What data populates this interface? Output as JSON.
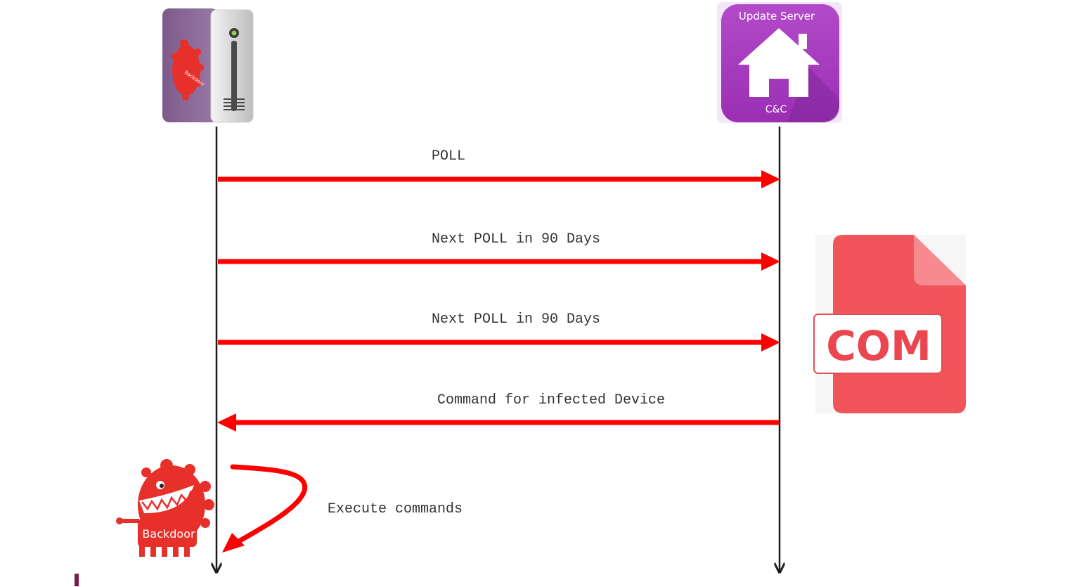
{
  "diagram": {
    "participants": [
      {
        "id": "infected-device",
        "icon": "backdoor-server-icon",
        "badge": "Backdoor"
      },
      {
        "id": "update-server",
        "icon": "update-server-home-icon",
        "title": "Update Server",
        "subtitle": "C&C"
      }
    ],
    "messages": [
      {
        "label": "POLL",
        "from": "infected-device",
        "to": "update-server"
      },
      {
        "label": "Next POLL in 90 Days",
        "from": "infected-device",
        "to": "update-server"
      },
      {
        "label": "Next POLL in 90 Days",
        "from": "infected-device",
        "to": "update-server"
      },
      {
        "label": "Command for infected Device",
        "from": "update-server",
        "to": "infected-device"
      },
      {
        "label": "Execute commands",
        "from": "infected-device",
        "to": "infected-device"
      }
    ],
    "com_file": {
      "icon": "com-file-icon",
      "label": "COM"
    },
    "backdoor_monster": {
      "icon": "backdoor-monster-icon",
      "label": "Backdoor"
    },
    "colors": {
      "arrow": "#ff0000",
      "lifeline": "#1a1a1a",
      "server_purple": "#a63fbf",
      "com_red": "#f2545b",
      "monster_red": "#e8302a",
      "corner_mark": "#7a1a4a"
    }
  }
}
